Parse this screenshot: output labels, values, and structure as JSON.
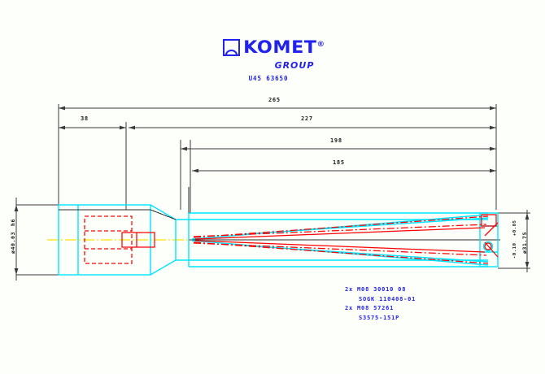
{
  "title": "KOMET GROUP indexable insert drill - technical drawing",
  "brand": {
    "name": "KOMET",
    "registered": "®",
    "subtitle": "GROUP",
    "logo_icon": "komet-square-arc-logo",
    "color": "#2222ee"
  },
  "drawing_number": "U45 63650",
  "dimensions": {
    "overall_length": "265",
    "shank_length": "38",
    "body_length": "227",
    "flute_length": "198",
    "usable_length": "185"
  },
  "vertical_dimensions": {
    "shank_diameter": "ø40.03",
    "shank_diameter_tol": "h6",
    "drill_diameter": "ø31.75",
    "drill_diameter_tol_upper": "+0.05",
    "drill_diameter_tol_lower": "-0.10"
  },
  "notes": [
    "2x M08 30010 08",
    "SOGK 110408-01",
    "2x M08 57261",
    "S3575-151P"
  ],
  "colors": {
    "background": "#fdfffb",
    "visible_edge": "#00e5ff",
    "hidden_edge": "#ff0000",
    "centerline": "#ffe000",
    "dimension": "#3a3a3a",
    "text_blue": "#2222ee"
  },
  "geometry_note": "orthographic side view, section through axis"
}
